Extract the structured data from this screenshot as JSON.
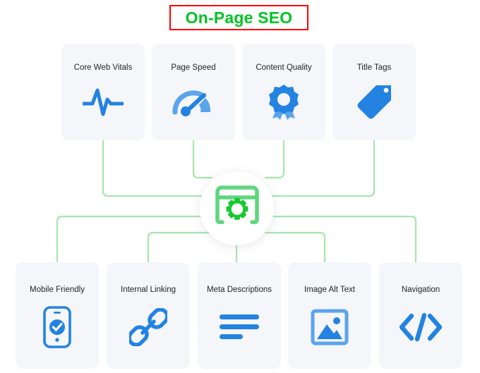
{
  "title": {
    "text": "On-Page SEO",
    "text_color": "#00c424",
    "border_color": "#ff0000"
  },
  "theme": {
    "card_background": "#f4f6fa",
    "icon_blue": "#2483e0",
    "icon_blue_light": "#5aa4ec",
    "connector_green": "#a6e6ac",
    "hub_green_light": "#5fd67e",
    "hub_green_dark": "#16c930",
    "label_color": "#22242a",
    "page_background": "#ffffff"
  },
  "top_row": [
    {
      "label": "Core Web Vitals",
      "icon": "pulse-waveform-icon"
    },
    {
      "label": "Page Speed",
      "icon": "speedometer-gauge-icon"
    },
    {
      "label": "Content Quality",
      "icon": "award-ribbon-icon"
    },
    {
      "label": "Title Tags",
      "icon": "price-tag-icon"
    }
  ],
  "hub": {
    "icon": "browser-window-gear-icon",
    "label": ""
  },
  "bottom_row": [
    {
      "label": "Mobile Friendly",
      "icon": "mobile-phone-check-icon"
    },
    {
      "label": "Internal Linking",
      "icon": "chain-link-icon"
    },
    {
      "label": "Meta Descriptions",
      "icon": "text-lines-icon"
    },
    {
      "label": "Image Alt Text",
      "icon": "image-picture-icon"
    },
    {
      "label": "Navigation",
      "icon": "code-brackets-icon"
    }
  ]
}
